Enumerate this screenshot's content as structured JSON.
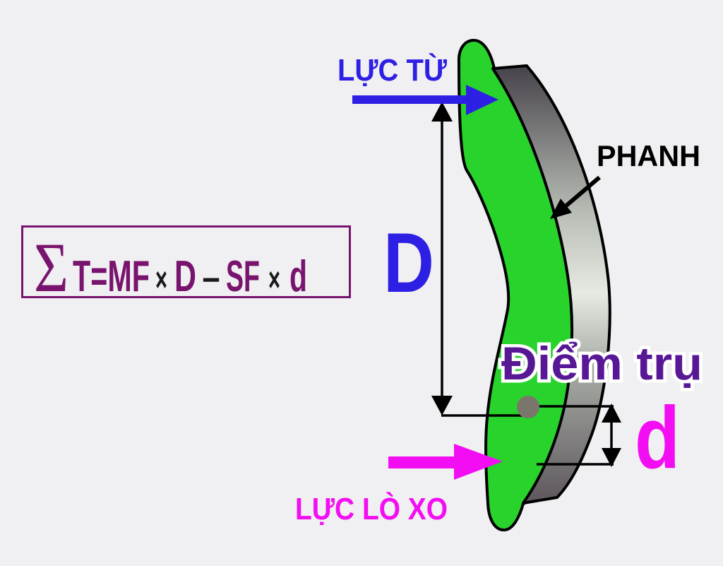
{
  "diagram": {
    "labels": {
      "magnetic_force": "LỰC TỪ",
      "brake": "PHANH",
      "pivot_point": "Điểm trụ",
      "spring_force": "LỰC LÒ XO",
      "dim_large": "D",
      "dim_small": "d"
    },
    "formula": {
      "sigma": "Σ",
      "lhs": "T=MF",
      "times1": "×",
      "var1": "D",
      "minus": "−",
      "var2": "SF",
      "times2": "×",
      "var3": "d"
    },
    "colors": {
      "background": "#f0eff1",
      "force_magnetic_blue": "#2e1fe4",
      "force_spring_magenta": "#f30df3",
      "shoe_green": "#28d32c",
      "band_dark": "#4b474d",
      "band_light": "#e6eae2",
      "pivot_gray": "#7b766c",
      "formula_purple": "#78146e",
      "pivot_label_purple": "#581896",
      "outline_black": "#000000"
    }
  }
}
